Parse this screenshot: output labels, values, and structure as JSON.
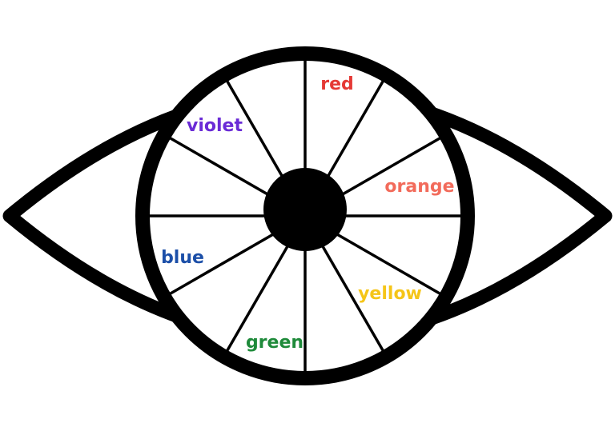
{
  "wheel": {
    "labels": [
      {
        "key": "red",
        "text": "red",
        "color": "#e53935"
      },
      {
        "key": "orange",
        "text": "orange",
        "color": "#f26b5b"
      },
      {
        "key": "yellow",
        "text": "yellow",
        "color": "#f5c518"
      },
      {
        "key": "green",
        "text": "green",
        "color": "#1e8a3a"
      },
      {
        "key": "blue",
        "text": "blue",
        "color": "#1c4fa8"
      },
      {
        "key": "violet",
        "text": "violet",
        "color": "#6a2bd6"
      }
    ],
    "segments": 12
  },
  "colors": {
    "outline": "#000000",
    "fill": "#ffffff"
  }
}
